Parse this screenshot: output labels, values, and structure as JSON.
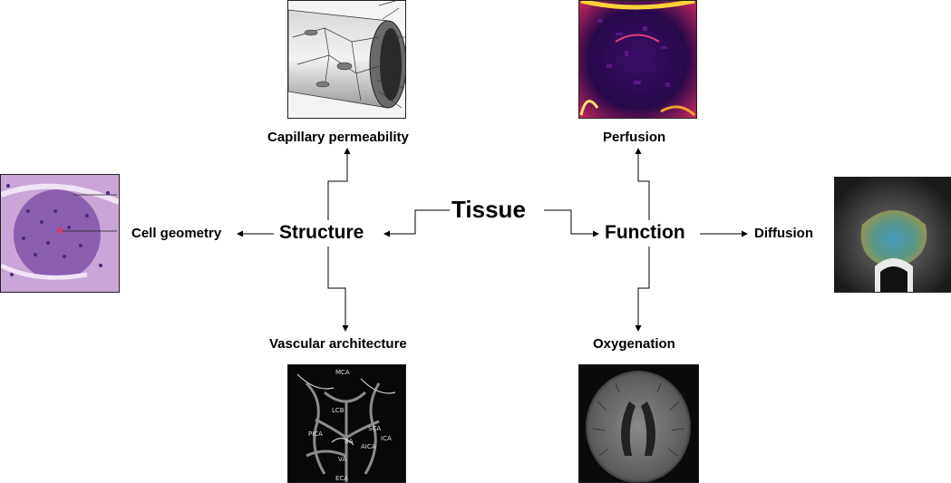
{
  "center": {
    "label": "Tissue"
  },
  "branches": {
    "structure": {
      "label": "Structure"
    },
    "function": {
      "label": "Function"
    }
  },
  "leaves": {
    "capillary_permeability": "Capillary permeability",
    "cell_geometry": "Cell geometry",
    "vascular_architecture": "Vascular architecture",
    "perfusion": "Perfusion",
    "diffusion": "Diffusion",
    "oxygenation": "Oxygenation"
  },
  "angiogram_labels": [
    "MCA",
    "LCB",
    "SCA",
    "PICA",
    "ICA",
    "BA",
    "AICA",
    "VA",
    "ECA"
  ],
  "colors": {
    "line": "#000000",
    "histology_bg": "#c9a6d6",
    "histology_cell": "#4b2a7a",
    "perfusion_bg": "#1a0633",
    "angiogram_bg": "#080808",
    "mri_bg": "#2a2a2a"
  }
}
